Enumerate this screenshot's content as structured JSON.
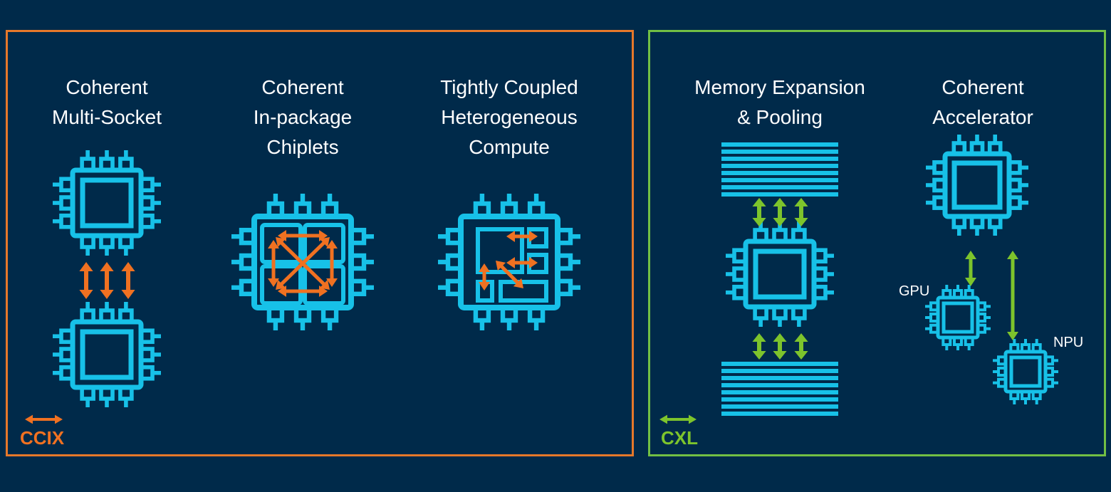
{
  "slide": {
    "title_fragment": "Bridging heterogeneous compute — cutoff title (only descenders visible)",
    "colors": {
      "background": "#002a4a",
      "chip": "#17c1e8",
      "ccix": "#f07121",
      "cxl": "#7dc42c"
    }
  },
  "panels": {
    "ccix": {
      "legend_label": "CCIX",
      "items": [
        {
          "label": "Coherent\nMulti-Socket"
        },
        {
          "label": "Coherent\nIn-package\nChiplets"
        },
        {
          "label": "Tightly Coupled\nHeterogeneous\nCompute"
        }
      ]
    },
    "cxl": {
      "legend_label": "CXL",
      "items": [
        {
          "label": "Memory Expansion\n& Pooling"
        },
        {
          "label": "Coherent\nAccelerator"
        }
      ],
      "accelerator_labels": {
        "gpu": "GPU",
        "npu": "NPU"
      }
    }
  }
}
